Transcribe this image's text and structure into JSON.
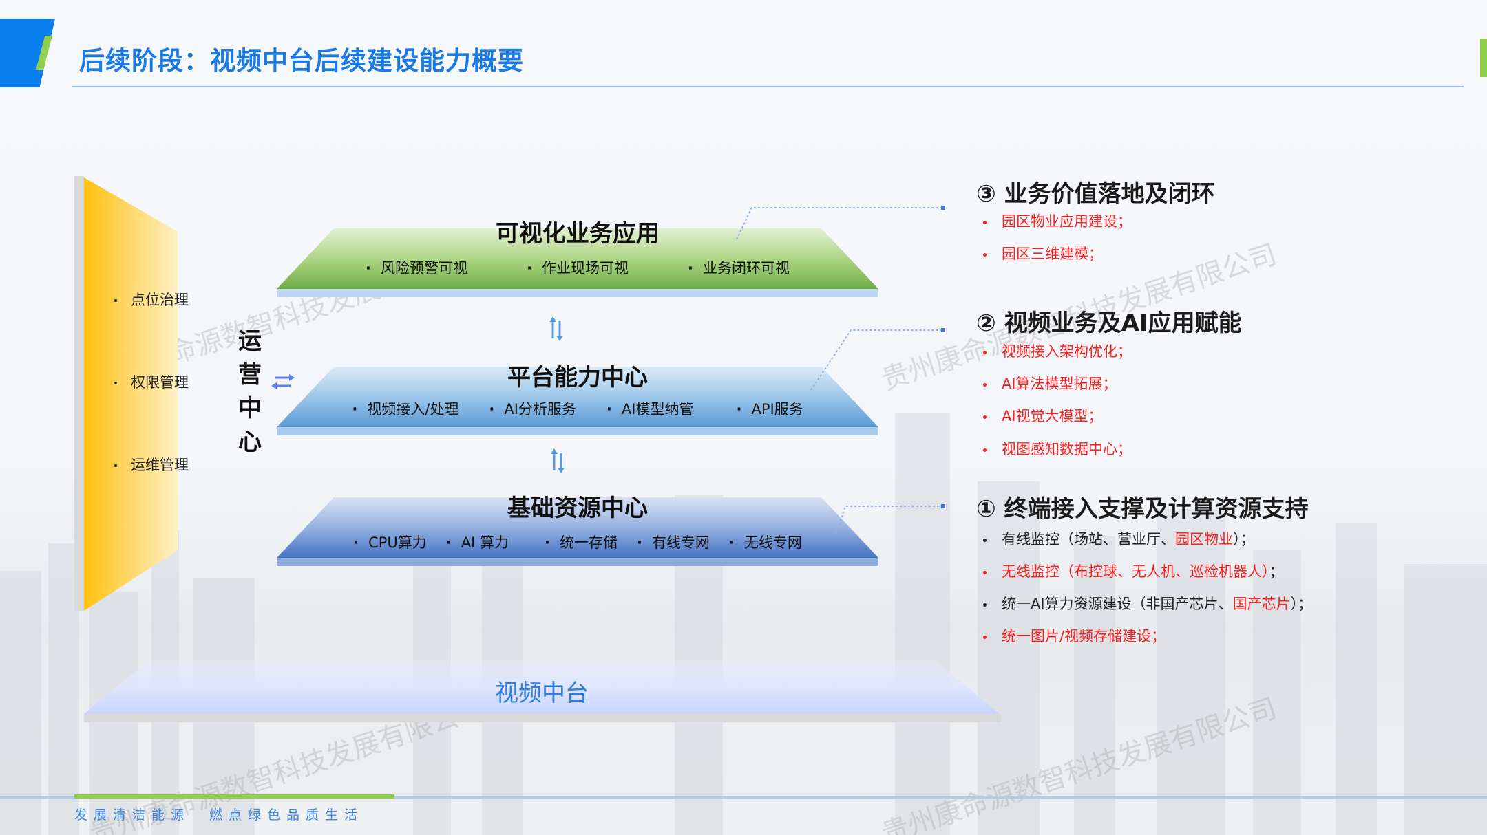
{
  "header": {
    "title": "后续阶段：视频中台后续建设能力概要"
  },
  "operations_center": {
    "label_chars": [
      "运",
      "营",
      "中",
      "心"
    ],
    "items": [
      "点位治理",
      "权限管理",
      "运维管理"
    ],
    "arrow_icon": "bidirectional-horizontal-arrow"
  },
  "layers": {
    "visual_app": {
      "title": "可视化业务应用",
      "items": [
        "风险预警可视",
        "作业现场可视",
        "业务闭环可视"
      ],
      "color": "#70ad47"
    },
    "platform": {
      "title": "平台能力中心",
      "items": [
        "视频接入/处理",
        "AI分析服务",
        "AI模型纳管",
        "API服务"
      ],
      "color": "#5b9bd5"
    },
    "infrastructure": {
      "title": "基础资源中心",
      "items": [
        "CPU算力",
        "AI 算力",
        "统一存储",
        "有线专网",
        "无线专网"
      ],
      "color": "#4472c4"
    },
    "base": {
      "title": "视频中台",
      "color": "#c9d3ff"
    }
  },
  "right_panel": {
    "sections": [
      {
        "title": "③ 业务价值落地及闭环",
        "items": [
          {
            "parts": [
              {
                "text": "园区物业应用建设；",
                "color": "red"
              }
            ]
          },
          {
            "parts": [
              {
                "text": "园区三维建模；",
                "color": "red"
              }
            ]
          }
        ]
      },
      {
        "title": "② 视频业务及AI应用赋能",
        "items": [
          {
            "parts": [
              {
                "text": "视频接入架构优化；",
                "color": "red"
              }
            ]
          },
          {
            "parts": [
              {
                "text": "AI算法模型拓展；",
                "color": "red"
              }
            ]
          },
          {
            "parts": [
              {
                "text": "AI视觉大模型；",
                "color": "red"
              }
            ]
          },
          {
            "parts": [
              {
                "text": "视图感知数据中心；",
                "color": "red"
              }
            ]
          }
        ]
      },
      {
        "title": "① 终端接入支撑及计算资源支持",
        "items": [
          {
            "parts": [
              {
                "text": "有线监控（场站、营业厅、",
                "color": "black"
              },
              {
                "text": "园区物业",
                "color": "red"
              },
              {
                "text": "）；",
                "color": "black"
              }
            ]
          },
          {
            "parts": [
              {
                "text": "无线监控（布控球、无人机、巡检机器人）",
                "color": "red"
              },
              {
                "text": "；",
                "color": "black"
              }
            ]
          },
          {
            "parts": [
              {
                "text": "统一AI算力资源建设（非国产芯片、",
                "color": "black"
              },
              {
                "text": "国产芯片",
                "color": "red"
              },
              {
                "text": "）；",
                "color": "black"
              }
            ]
          },
          {
            "parts": [
              {
                "text": "统一图片/视频存储建设；",
                "color": "red"
              }
            ]
          }
        ]
      }
    ]
  },
  "watermark": "贵州康命源数智科技发展有限公司",
  "footer": {
    "slogan": "发展清洁能源　燃点绿色品质生活"
  },
  "colors": {
    "brand_blue": "#0a7fef",
    "accent_green": "#8fd14f",
    "highlight_red": "#ff1f1f",
    "panel_yellow": "#ffc20e"
  }
}
